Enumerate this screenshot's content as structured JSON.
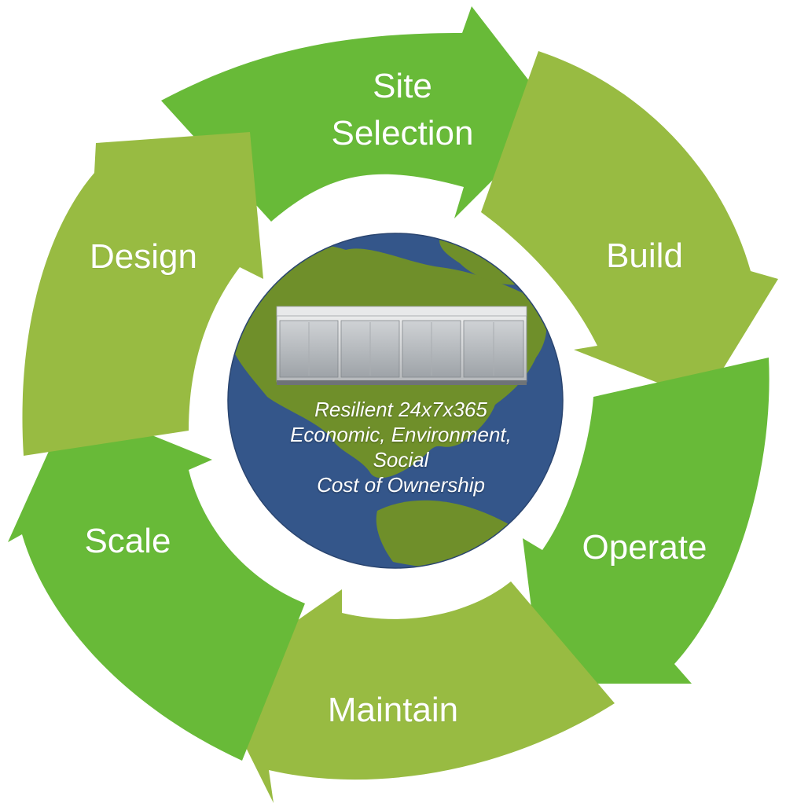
{
  "colors": {
    "green_bright": "#68ba38",
    "green_olive": "#98bb42",
    "ocean": "#34568a",
    "land": "#6f8f2a",
    "text": "#ffffff"
  },
  "cycle": {
    "segments": [
      {
        "id": "site-selection",
        "lines": [
          "Site",
          "Selection"
        ],
        "color": "green_bright"
      },
      {
        "id": "build",
        "lines": [
          "Build"
        ],
        "color": "green_olive"
      },
      {
        "id": "operate",
        "lines": [
          "Operate"
        ],
        "color": "green_bright"
      },
      {
        "id": "maintain",
        "lines": [
          "Maintain"
        ],
        "color": "green_olive"
      },
      {
        "id": "scale",
        "lines": [
          "Scale"
        ],
        "color": "green_bright"
      },
      {
        "id": "design",
        "lines": [
          "Design"
        ],
        "color": "green_olive"
      }
    ]
  },
  "center": {
    "lines": [
      "Resilient 24x7x365",
      "Economic, Environment,",
      "Social",
      "Cost of Ownership"
    ]
  },
  "icons": {
    "globe": "globe-icon",
    "server": "server-rack-icon"
  }
}
